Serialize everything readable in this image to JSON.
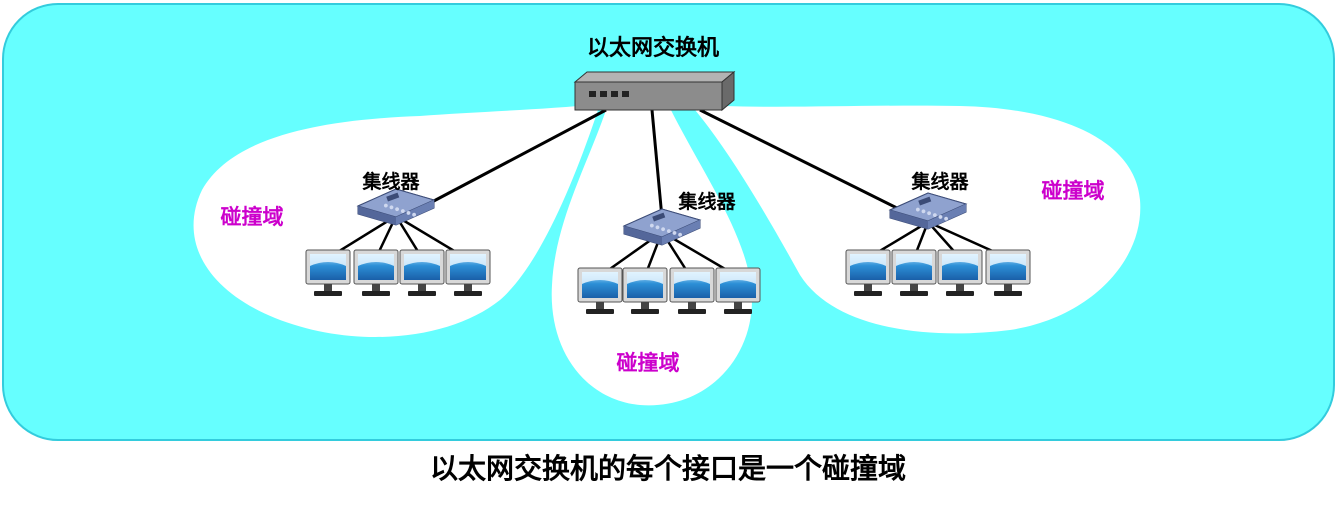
{
  "switch": {
    "label": "以太网交换机"
  },
  "hubs": [
    {
      "label": "集线器",
      "domain_label": "碰撞域",
      "computers": 4
    },
    {
      "label": "集线器",
      "domain_label": "碰撞域",
      "computers": 4
    },
    {
      "label": "集线器",
      "domain_label": "碰撞域",
      "computers": 4
    }
  ],
  "caption": "以太网交换机的每个接口是一个碰撞域",
  "colors": {
    "background_region": "#66ffff",
    "region_border": "#33ccdd",
    "collision_domain": "#ffffff",
    "domain_label": "#cc00cc",
    "hub_body": "#6f86b8",
    "switch_body": "#8c8c8c",
    "screen": "#2c8fd6"
  }
}
